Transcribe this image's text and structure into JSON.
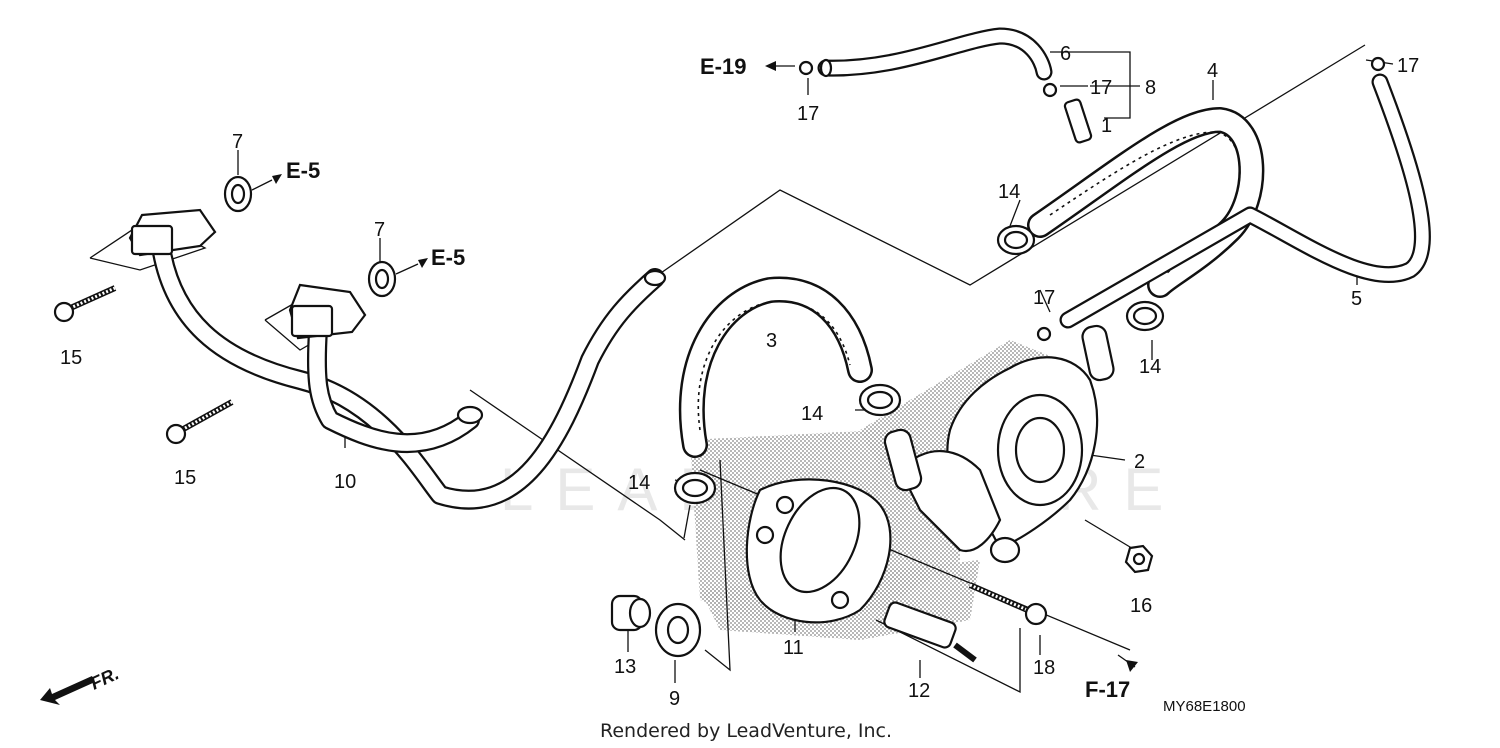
{
  "diagram": {
    "drawing_code": "MY68E1800",
    "footer_text": "Rendered by LeadVenture, Inc.",
    "watermark_text": "LEADVENTURE",
    "front_indicator": "FR.",
    "references": {
      "e19": "E-19",
      "e5_top": "E-5",
      "e5_mid": "E-5",
      "f17": "F-17"
    },
    "callouts": {
      "c1": "1",
      "c2": "2",
      "c3": "3",
      "c4": "4",
      "c5": "5",
      "c6": "6",
      "c7a": "7",
      "c7b": "7",
      "c8": "8",
      "c9": "9",
      "c10": "10",
      "c11": "11",
      "c12": "12",
      "c13": "13",
      "c14a": "14",
      "c14b": "14",
      "c14c": "14",
      "c14d": "14",
      "c15a": "15",
      "c15b": "15",
      "c16": "16",
      "c17a": "17",
      "c17b": "17",
      "c17c": "17",
      "c17d": "17",
      "c18": "18"
    }
  }
}
